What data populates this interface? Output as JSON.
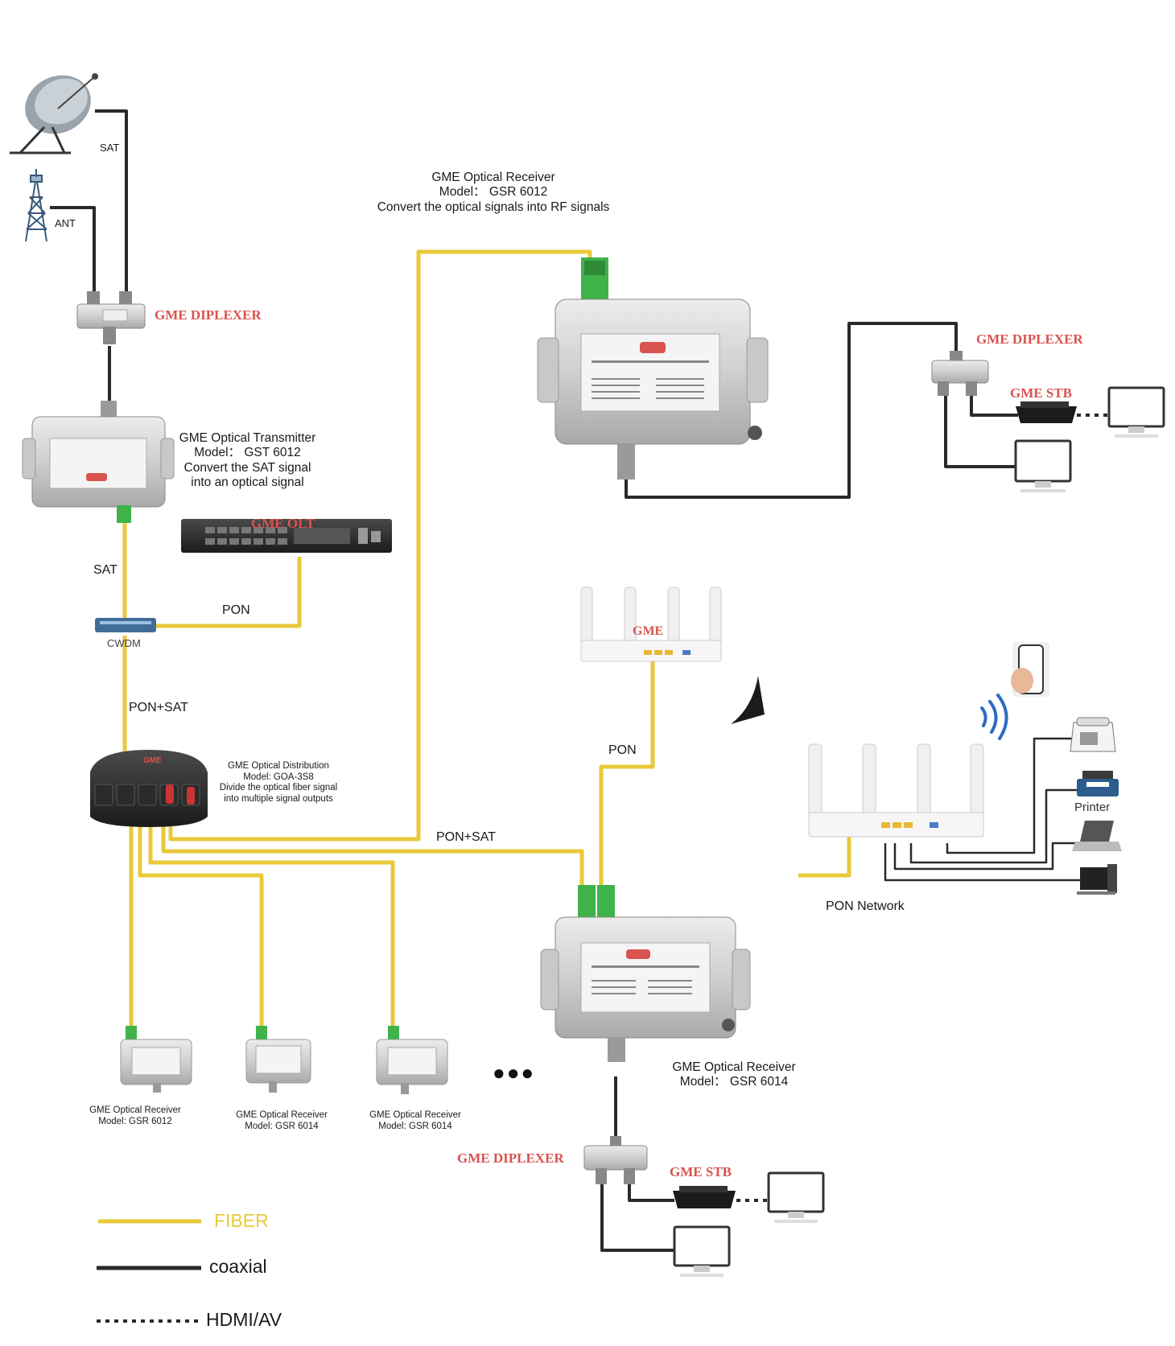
{
  "colors": {
    "fiber": "#e8c93a",
    "coax": "#2a2a2a",
    "brand_red": "#d9534f",
    "device_silver": "#cfcfcf",
    "sfp_green": "#3fb34a"
  },
  "headend": {
    "sat_label": "SAT",
    "ant_label": "ANT",
    "diplexer_label": "GME DIPLEXER",
    "transmitter_caption": [
      "GME Optical Transmitter",
      "Model： GST 6012",
      "Convert the SAT signal",
      "into an optical signal"
    ],
    "olt_label": "GME OLT",
    "sat_fiber_label": "SAT",
    "pon_label": "PON",
    "cwdm_label": "CWDM",
    "pon_sat_label": "PON+SAT",
    "distribution_caption": [
      "GME Optical Distribution",
      "Model:  GOA-3S8",
      "Divide the optical fiber signal",
      "into multiple signal outputs"
    ],
    "branch_label": "PON+SAT"
  },
  "receiver_top": {
    "caption": [
      "GME Optical Receiver",
      "Model： GSR 6012",
      "Convert the optical signals into RF signals"
    ],
    "diplexer_label": "GME DIPLEXER",
    "stb_label": "GME STB"
  },
  "onu": {
    "brand": "GME",
    "pon_label": "PON"
  },
  "home_network": {
    "printer_label": "Printer",
    "pon_network_label": "PON Network"
  },
  "receiver_bottom": {
    "caption": [
      "GME Optical Receiver",
      "Model： GSR 6014"
    ],
    "diplexer_label": "GME DIPLEXER",
    "stb_label": "GME STB"
  },
  "small_receivers": [
    {
      "caption": [
        "GME Optical Receiver",
        "Model:  GSR 6012"
      ]
    },
    {
      "caption": [
        "GME Optical Receiver",
        "Model:  GSR 6014"
      ]
    },
    {
      "caption": [
        "GME Optical Receiver",
        "Model:  GSR 6014"
      ]
    }
  ],
  "ellipsis": "●●●",
  "legend": [
    {
      "style": "fiber",
      "label": "FIBER"
    },
    {
      "style": "coax",
      "label": "coaxial"
    },
    {
      "style": "dotted",
      "label": "HDMI/AV"
    }
  ]
}
